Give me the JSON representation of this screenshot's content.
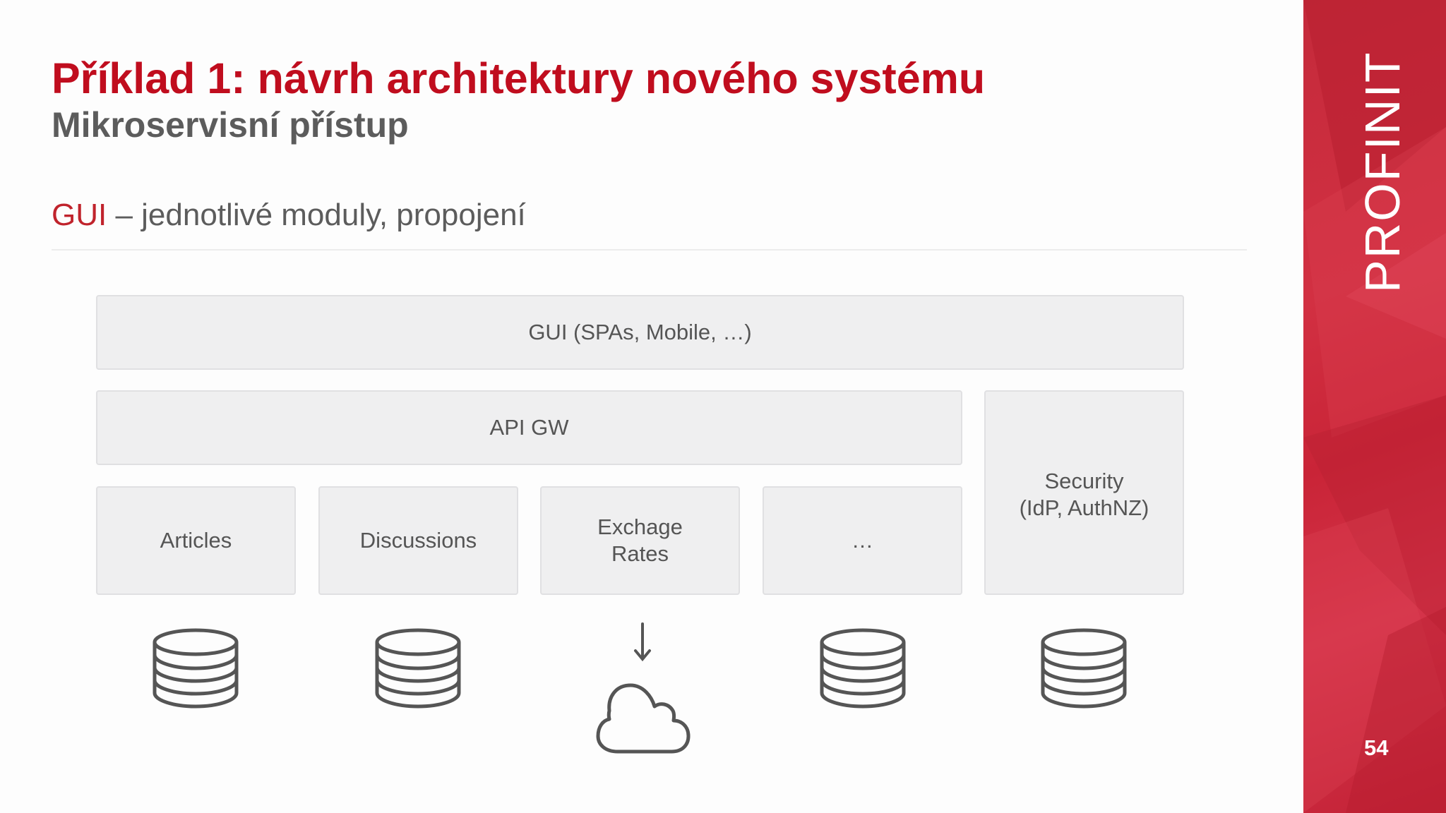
{
  "header": {
    "title": "Příklad 1: návrh architektury nového systému",
    "subtitle": "Mikroservisní přístup"
  },
  "section": {
    "accent": "GUI",
    "rest": " – jednotlivé moduly, propojení"
  },
  "diagram": {
    "gui_layer": "GUI (SPAs, Mobile, …)",
    "api_gateway": "API GW",
    "security": "Security\n(IdP, AuthNZ)",
    "services": [
      "Articles",
      "Discussions",
      "Exchage\nRates",
      "…"
    ]
  },
  "sidebar": {
    "brand": "PROFINIT",
    "page_number": "54"
  },
  "colors": {
    "accent": "#c00d1e",
    "sidebar": "#cf2e40",
    "box_fill": "#efeff0",
    "icon_stroke": "#555555"
  }
}
